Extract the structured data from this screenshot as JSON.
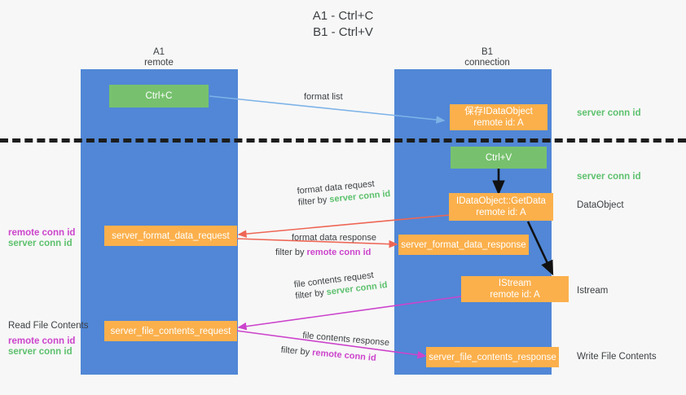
{
  "title": "A1 - Ctrl+C\nB1 - Ctrl+V",
  "colors": {
    "lane": "#5187d6",
    "orange": "#fbb04c",
    "green_box": "#77c16e",
    "green_text": "#5ec16e",
    "magenta_text": "#cc44cc",
    "blue_arrow": "#7eb3e8",
    "red_arrow": "#ee6655",
    "black_arrow": "#000000",
    "background": "#f7f7f7"
  },
  "columns": [
    {
      "name": "A1",
      "sub": "remote"
    },
    {
      "name": "B1",
      "sub": "connection"
    }
  ],
  "boxes": {
    "ctrl_c": "Ctrl+C",
    "ctrl_v": "Ctrl+V",
    "idataobject": "保存IDataObject\nremote id: A",
    "idataobject_getdata": "IDataObject::GetData\nremote id: A",
    "istream": "IStream\nremote id: A",
    "server_format_data_request": "server_format_data_request",
    "server_format_data_response": "server_format_data_response",
    "server_file_contents_request": "server_file_contents_request",
    "server_file_contents_response": "server_file_contents_response"
  },
  "right_labels": {
    "server_conn_id_1": "server conn id",
    "server_conn_id_2": "server conn id",
    "dataobject": "DataObject",
    "istream": "Istream",
    "write_file_contents": "Write File Contents"
  },
  "left_labels": {
    "remote_conn_id_1": "remote conn id",
    "server_conn_id_1": "server conn id",
    "read_file_contents": "Read File Contents",
    "remote_conn_id_2": "remote conn id",
    "server_conn_id_2": "server conn id"
  },
  "edges": {
    "format_list": "format list",
    "format_data_request": "format data request",
    "format_data_request_filter_prefix": "filter by ",
    "format_data_request_filter_value": "server conn id",
    "format_data_response": "format data response",
    "format_data_response_filter_prefix": "filter by ",
    "format_data_response_filter_value": "remote conn id",
    "file_contents_request": "file contents request",
    "file_contents_request_filter_prefix": "filter by ",
    "file_contents_request_filter_value": "server conn id",
    "file_contents_response": "file contents response",
    "file_contents_response_filter_prefix": "filter by ",
    "file_contents_response_filter_value": "remote conn id"
  }
}
